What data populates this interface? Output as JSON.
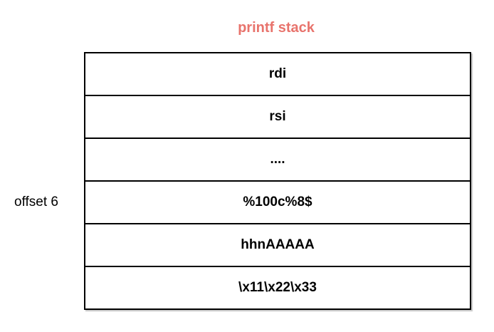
{
  "title": "printf stack",
  "offset_label": "offset 6",
  "stack": {
    "rows": [
      {
        "label": "rdi"
      },
      {
        "label": "rsi"
      },
      {
        "label": "...."
      },
      {
        "label": "%100c%8$",
        "annotation": "offset 6"
      },
      {
        "label": "hhnAAAAA"
      },
      {
        "label": "\\x11\\x22\\x33"
      }
    ]
  },
  "colors": {
    "title": "#e8736c",
    "border": "#000000",
    "text": "#000000",
    "background": "#ffffff"
  }
}
